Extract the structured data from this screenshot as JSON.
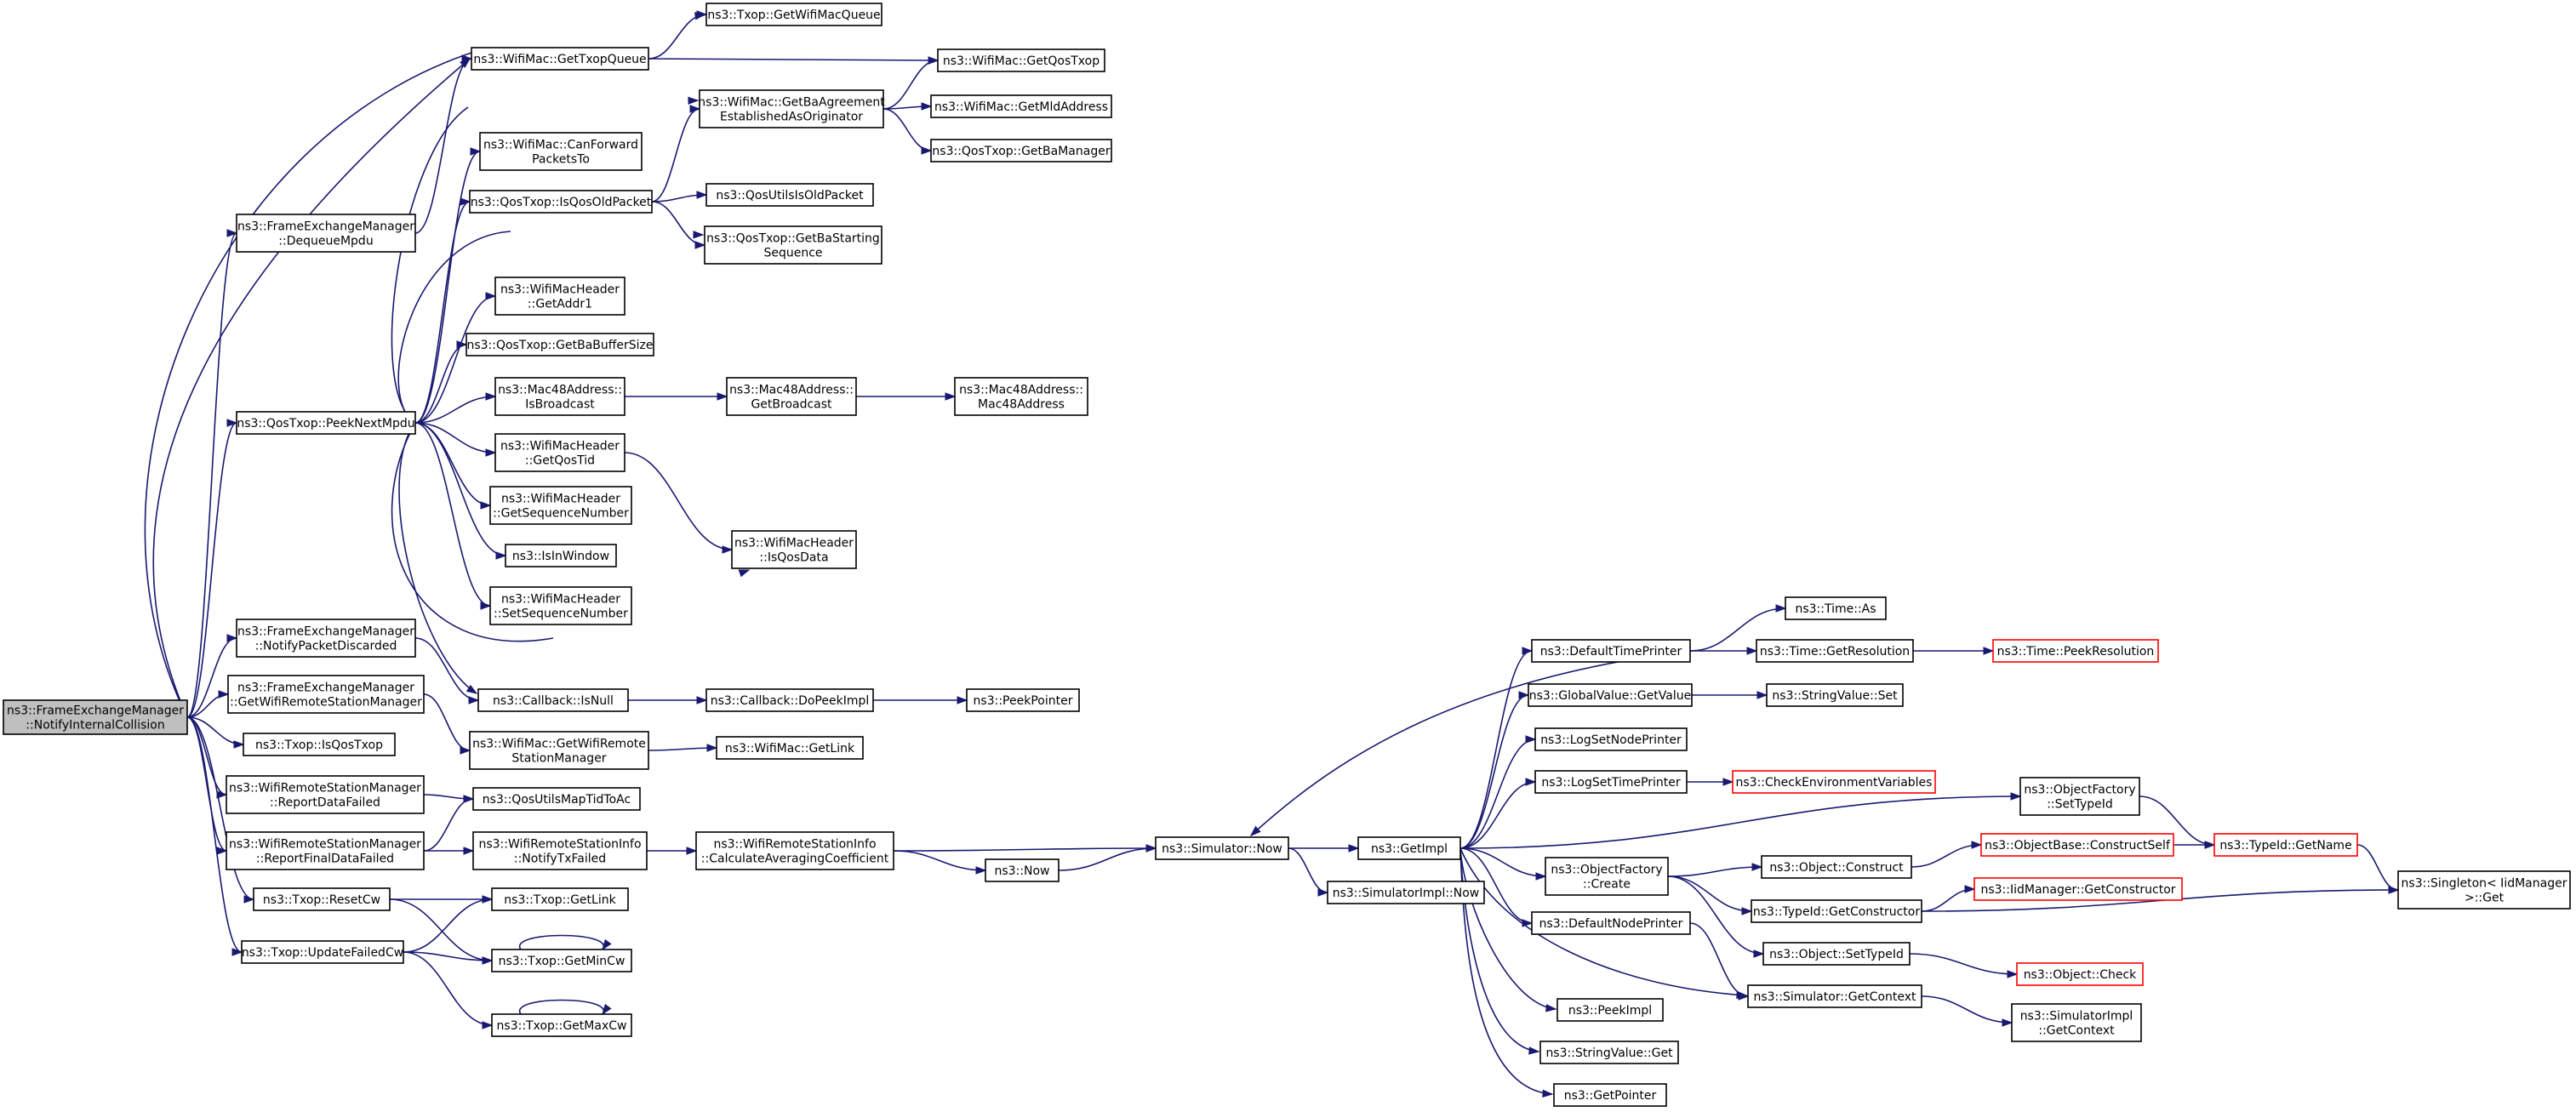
{
  "colors": {
    "edge": "#191970",
    "root_fill": "#bfbfbf",
    "truncated_border": "#ff0000",
    "node_border": "#000000"
  },
  "nodes": {
    "root": [
      "ns3::FrameExchangeManager",
      "::NotifyInternalCollision"
    ],
    "txop_getwifimacqueue": [
      "ns3::Txop::GetWifiMacQueue"
    ],
    "wifimac_gettxopqueue": [
      "ns3::WifiMac::GetTxopQueue"
    ],
    "wifimac_getqostxop": [
      "ns3::WifiMac::GetQosTxop"
    ],
    "wifimac_getbaagreement": [
      "ns3::WifiMac::GetBaAgreement",
      "EstablishedAsOriginator"
    ],
    "wifimac_getmldaddress": [
      "ns3::WifiMac::GetMldAddress"
    ],
    "qostxop_getbamanager": [
      "ns3::QosTxop::GetBaManager"
    ],
    "wifimac_canforward": [
      "ns3::WifiMac::CanForward",
      "PacketsTo"
    ],
    "qostxop_isqosoldpacket": [
      "ns3::QosTxop::IsQosOldPacket"
    ],
    "qosutilsisoldpacket": [
      "ns3::QosUtilsIsOldPacket"
    ],
    "fem_dequeuempdu": [
      "ns3::FrameExchangeManager",
      "::DequeueMpdu"
    ],
    "qostxop_getbastarting": [
      "ns3::QosTxop::GetBaStarting",
      "Sequence"
    ],
    "wifimacheader_getaddr1": [
      "ns3::WifiMacHeader",
      "::GetAddr1"
    ],
    "qostxop_getbabuffersize": [
      "ns3::QosTxop::GetBaBufferSize"
    ],
    "mac48_isbroadcast": [
      "ns3::Mac48Address::",
      "IsBroadcast"
    ],
    "mac48_getbroadcast": [
      "ns3::Mac48Address::",
      "GetBroadcast"
    ],
    "mac48_mac48address": [
      "ns3::Mac48Address::",
      "Mac48Address"
    ],
    "qostxop_peeknextmpdu": [
      "ns3::QosTxop::PeekNextMpdu"
    ],
    "wifimacheader_getqostid": [
      "ns3::WifiMacHeader",
      "::GetQosTid"
    ],
    "wifimacheader_getsequencenumber": [
      "ns3::WifiMacHeader",
      "::GetSequenceNumber"
    ],
    "wifimacheader_isqosdata": [
      "ns3::WifiMacHeader",
      "::IsQosData"
    ],
    "isinwindow": [
      "ns3::IsInWindow"
    ],
    "wifimacheader_setsequencenumber": [
      "ns3::WifiMacHeader",
      "::SetSequenceNumber"
    ],
    "fem_notifypacketdiscarded": [
      "ns3::FrameExchangeManager",
      "::NotifyPacketDiscarded"
    ],
    "fem_getwifiremotestationmanager": [
      "ns3::FrameExchangeManager",
      "::GetWifiRemoteStationManager"
    ],
    "callback_isnull": [
      "ns3::Callback::IsNull"
    ],
    "callback_dopeekimpl": [
      "ns3::Callback::DoPeekImpl"
    ],
    "peekpointer": [
      "ns3::PeekPointer"
    ],
    "txop_isqostxop": [
      "ns3::Txop::IsQosTxop"
    ],
    "wifimac_getwifiremote": [
      "ns3::WifiMac::GetWifiRemote",
      "StationManager"
    ],
    "wifimac_getlink": [
      "ns3::WifiMac::GetLink"
    ],
    "wrsm_reportdatafailed": [
      "ns3::WifiRemoteStationManager",
      "::ReportDataFailed"
    ],
    "qosutilsmaptidtoac": [
      "ns3::QosUtilsMapTidToAc"
    ],
    "wrsm_reportfinaldatafailed": [
      "ns3::WifiRemoteStationManager",
      "::ReportFinalDataFailed"
    ],
    "wrsi_notifytxfailed": [
      "ns3::WifiRemoteStationInfo",
      "::NotifyTxFailed"
    ],
    "wrsi_calculateaveraging": [
      "ns3::WifiRemoteStationInfo",
      "::CalculateAveragingCoefficient"
    ],
    "now": [
      "ns3::Now"
    ],
    "simulator_now": [
      "ns3::Simulator::Now"
    ],
    "getimpl": [
      "ns3::GetImpl"
    ],
    "simulatorimpl_now": [
      "ns3::SimulatorImpl::Now"
    ],
    "txop_resetcw": [
      "ns3::Txop::ResetCw"
    ],
    "txop_getlink": [
      "ns3::Txop::GetLink"
    ],
    "txop_updatefailedcw": [
      "ns3::Txop::UpdateFailedCw"
    ],
    "txop_getmincw": [
      "ns3::Txop::GetMinCw"
    ],
    "txop_getmaxcw": [
      "ns3::Txop::GetMaxCw"
    ],
    "time_as": [
      "ns3::Time::As"
    ],
    "defaulttimeprinter": [
      "ns3::DefaultTimePrinter"
    ],
    "time_getresolution": [
      "ns3::Time::GetResolution"
    ],
    "time_peekresolution": [
      "ns3::Time::PeekResolution"
    ],
    "globalvalue_getvalue": [
      "ns3::GlobalValue::GetValue"
    ],
    "stringvalue_set": [
      "ns3::StringValue::Set"
    ],
    "logsetnodeprinter": [
      "ns3::LogSetNodePrinter"
    ],
    "logsettimeprinter": [
      "ns3::LogSetTimePrinter"
    ],
    "checkenvironmentvariables": [
      "ns3::CheckEnvironmentVariables"
    ],
    "objectfactory_settypeid": [
      "ns3::ObjectFactory",
      "::SetTypeId"
    ],
    "objectbase_constructself": [
      "ns3::ObjectBase::ConstructSelf"
    ],
    "typeid_getname": [
      "ns3::TypeId::GetName"
    ],
    "singleton_get": [
      "ns3::Singleton< IidManager",
      " >::Get"
    ],
    "objectfactory_create": [
      "ns3::ObjectFactory",
      "::Create"
    ],
    "object_construct": [
      "ns3::Object::Construct"
    ],
    "iidmanager_getconstructor": [
      "ns3::IidManager::GetConstructor"
    ],
    "typeid_getconstructor": [
      "ns3::TypeId::GetConstructor"
    ],
    "defaultnodeprinter": [
      "ns3::DefaultNodePrinter"
    ],
    "object_settypeid": [
      "ns3::Object::SetTypeId"
    ],
    "object_check": [
      "ns3::Object::Check"
    ],
    "simulator_getcontext": [
      "ns3::Simulator::GetContext"
    ],
    "simulatorimpl_getcontext": [
      "ns3::SimulatorImpl",
      "::GetContext"
    ],
    "peekimpl": [
      "ns3::PeekImpl"
    ],
    "stringvalue_get": [
      "ns3::StringValue::Get"
    ],
    "getpointer": [
      "ns3::GetPointer"
    ]
  }
}
